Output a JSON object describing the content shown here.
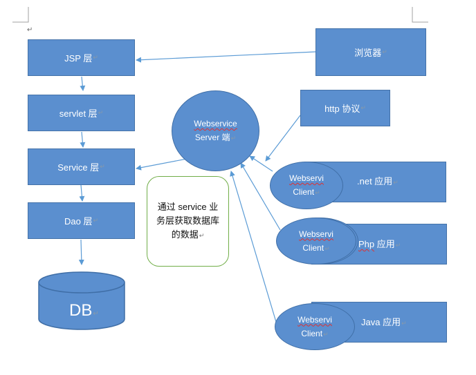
{
  "layers": {
    "jsp": "JSP 层",
    "servlet": "servlet 层",
    "service": "Service 层",
    "dao": "Dao 层"
  },
  "db_label": "DB",
  "browser": "浏览器",
  "http_protocol": "http 协议",
  "server": {
    "line1": "Webservice",
    "line2": "Server 端"
  },
  "note": "通过 service 业务层获取数据库的数据",
  "clients": [
    {
      "line1": "Webservi",
      "line2": "Client",
      "app": ".net 应用"
    },
    {
      "line1": "Webservi",
      "line2": "Client",
      "app_prefix": "Php",
      "app_suffix": " 应用"
    },
    {
      "line1": "Webservi",
      "line2": "Client",
      "app": "Java 应用"
    }
  ],
  "marks": {
    "paragraph": "↵",
    "return": "↵"
  },
  "colors": {
    "shape_fill": "#5b8fcf",
    "shape_border": "#4472a8",
    "arrow": "#5b9bd5",
    "note_border": "#70ad47"
  }
}
